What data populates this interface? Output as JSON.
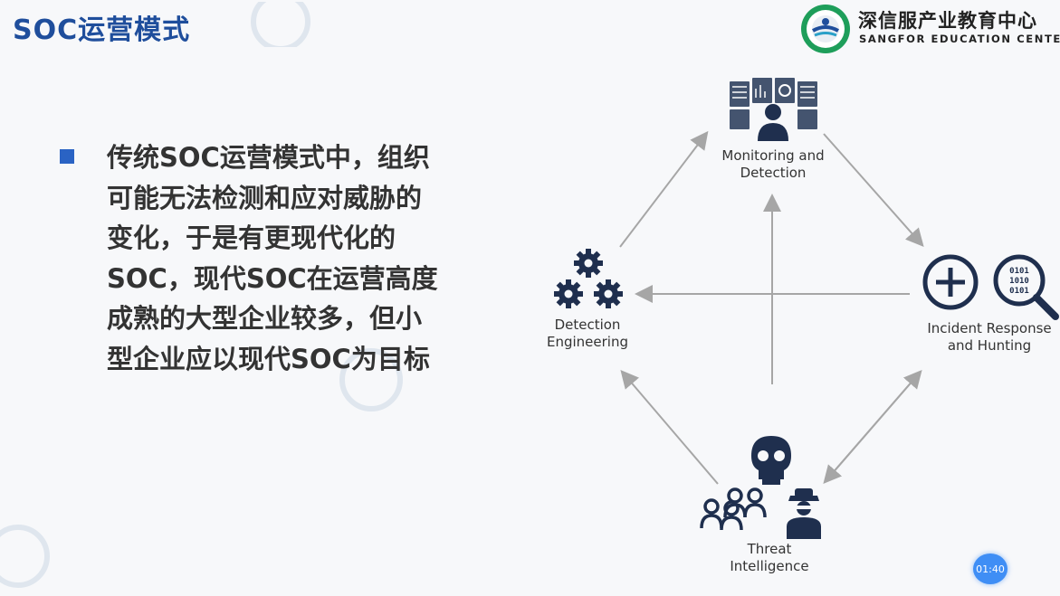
{
  "slide": {
    "title": "SOC运营模式",
    "body_lines": [
      "传统SOC运营模式中，组织",
      "可能无法检测和应对威胁的",
      "变化，于是有更现代化的",
      "SOC，现代SOC在运营高度",
      "成熟的大型企业较多，但小",
      "型企业应以现代SOC为目标"
    ]
  },
  "brand": {
    "name_cn": "深信服产业教育中心",
    "name_en": "SANGFOR EDUCATION CENTER"
  },
  "diagram": {
    "nodes": {
      "monitoring": {
        "line1": "Monitoring and",
        "line2": "Detection",
        "icon": "monitoring-wall-icon"
      },
      "detection_engineering": {
        "line1": "Detection",
        "line2": "Engineering",
        "icon": "gears-icon"
      },
      "incident_response": {
        "line1": "Incident Response",
        "line2": "and Hunting",
        "icon": "plus-magnifier-icon"
      },
      "threat_intel": {
        "line1": "Threat",
        "line2": "Intelligence",
        "icon": "skull-hacker-icon"
      }
    },
    "binary_text": [
      "0101",
      "1010",
      "0101"
    ]
  },
  "timer": {
    "label": "01:40"
  },
  "colors": {
    "title": "#1f4e9c",
    "bullet": "#2a63c4",
    "icon": "#1f2f4e",
    "arrow": "#a6a6a6",
    "timer": "#3f8ef5"
  }
}
